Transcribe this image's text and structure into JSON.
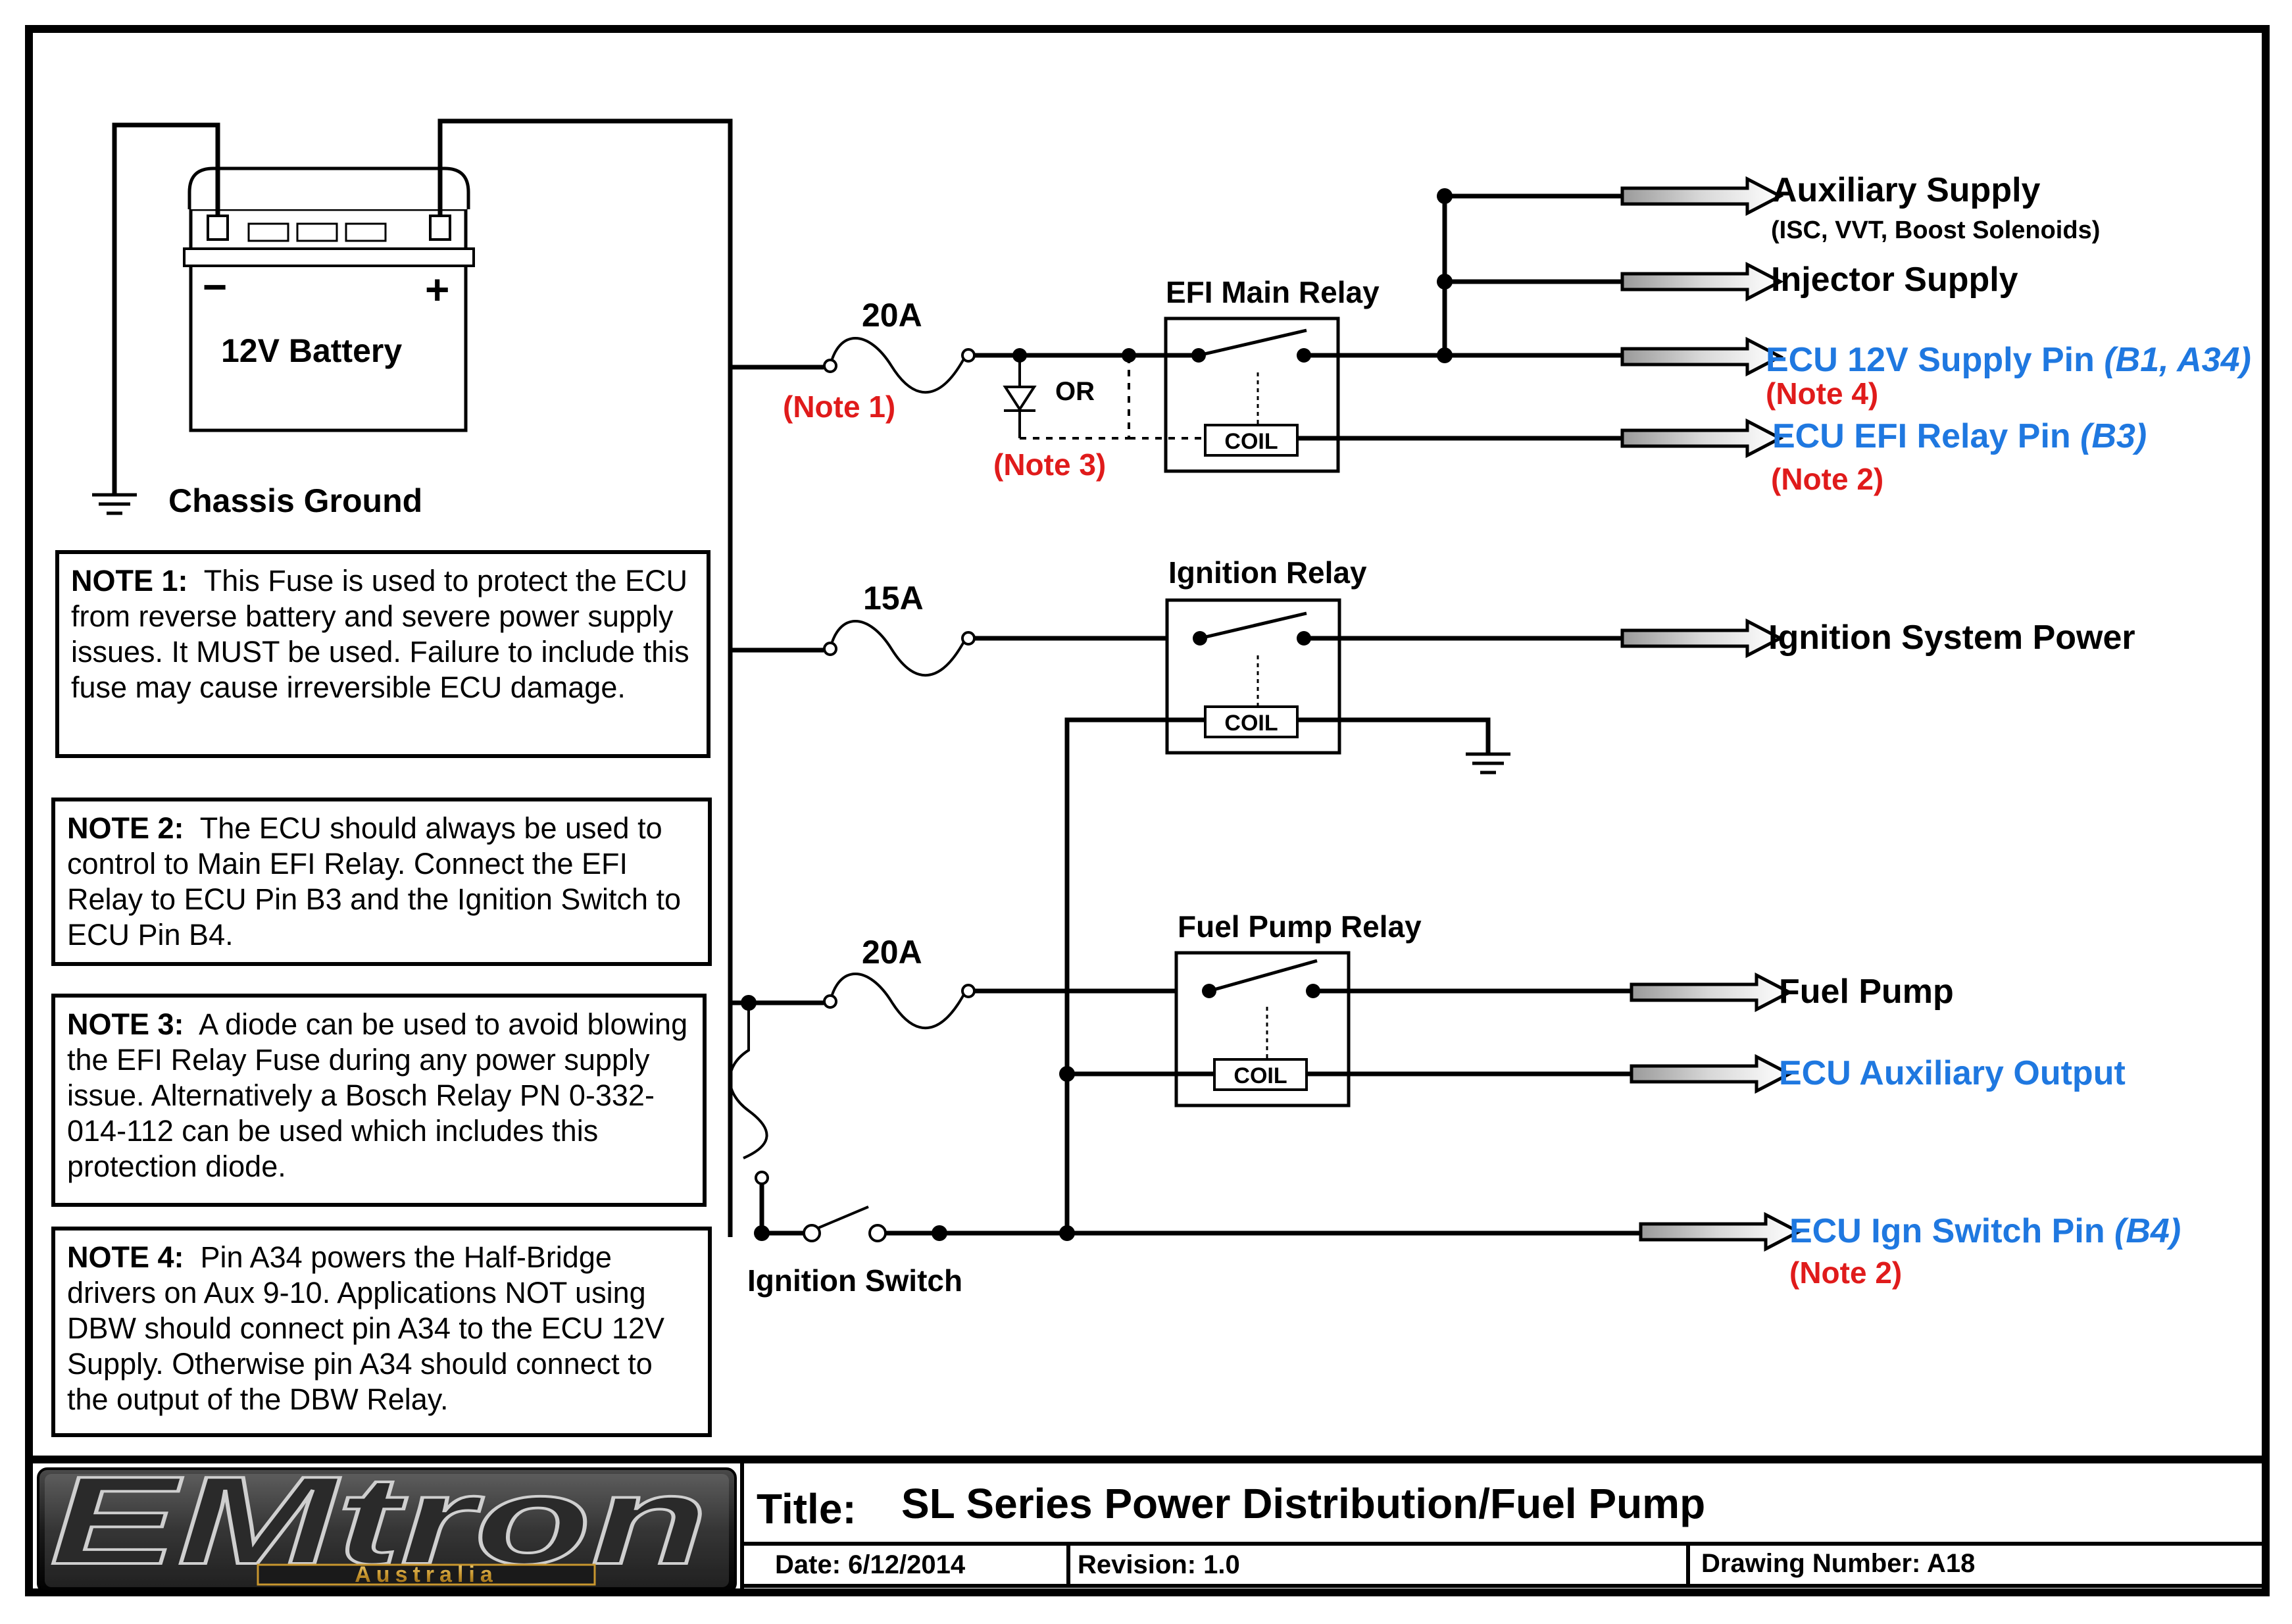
{
  "battery": {
    "label": "12V Battery",
    "neg": "−",
    "pos": "+"
  },
  "ground_label": "Chassis Ground",
  "fuses": {
    "efi": "20A",
    "ign": "15A",
    "fuel": "20A"
  },
  "diode_or": "OR",
  "note_refs": {
    "fuse": "(Note 1)",
    "diode": "(Note 3)",
    "ecu12v": "(Note 4)",
    "efi_relay": "(Note 2)",
    "ign_switch": "(Note 2)"
  },
  "relays": {
    "efi": {
      "title": "EFI Main Relay",
      "coil": "COIL"
    },
    "ign": {
      "title": "Ignition Relay",
      "coil": "COIL"
    },
    "fuel": {
      "title": "Fuel Pump Relay",
      "coil": "COIL"
    }
  },
  "outputs": {
    "aux": "Auxiliary Supply",
    "aux_sub": "(ISC, VVT, Boost Solenoids)",
    "injector": "Injector Supply",
    "ecu12v": "ECU 12V Supply Pin",
    "ecu12v_pins": "(B1, A34)",
    "ecu_efi": "ECU EFI Relay Pin",
    "ecu_efi_pin": "(B3)",
    "ign_power": "Ignition System Power",
    "fuel_pump": "Fuel Pump",
    "ecu_aux": "ECU Auxiliary Output",
    "ecu_ign": "ECU Ign Switch Pin",
    "ecu_ign_pin": "(B4)"
  },
  "ign_switch_label": "Ignition Switch",
  "notes": [
    {
      "title": "NOTE 1:",
      "text": "This Fuse is used to protect the ECU from reverse battery and severe power supply issues. It MUST be used. Failure to include this fuse may cause irreversible ECU damage."
    },
    {
      "title": "NOTE 2:",
      "text": "The ECU should always be used to control to Main EFI Relay. Connect the EFI Relay to ECU Pin B3 and the Ignition Switch to ECU Pin B4."
    },
    {
      "title": "NOTE 3:",
      "text": "A diode can be used to avoid blowing the EFI Relay Fuse during any power supply issue. Alternatively a Bosch Relay PN 0-332-014-112 can be used which includes this protection diode."
    },
    {
      "title": "NOTE 4:",
      "text": "Pin A34 powers the Half-Bridge drivers on Aux 9-10. Applications NOT using DBW should connect pin A34 to the ECU 12V Supply. Otherwise pin A34 should connect to the output of the DBW Relay."
    }
  ],
  "title_block": {
    "logo_main": "EMtron",
    "logo_sub": "Australia",
    "title_label": "Title:",
    "title": "SL Series Power Distribution/Fuel Pump",
    "date_label": "Date:",
    "date": "6/12/2014",
    "revision_label": "Revision:",
    "revision": "1.0",
    "drawing_label": "Drawing Number:",
    "drawing_number": "A18"
  },
  "colors": {
    "ecu_blue": "#1f78e0",
    "note_red": "#e01b1b"
  }
}
